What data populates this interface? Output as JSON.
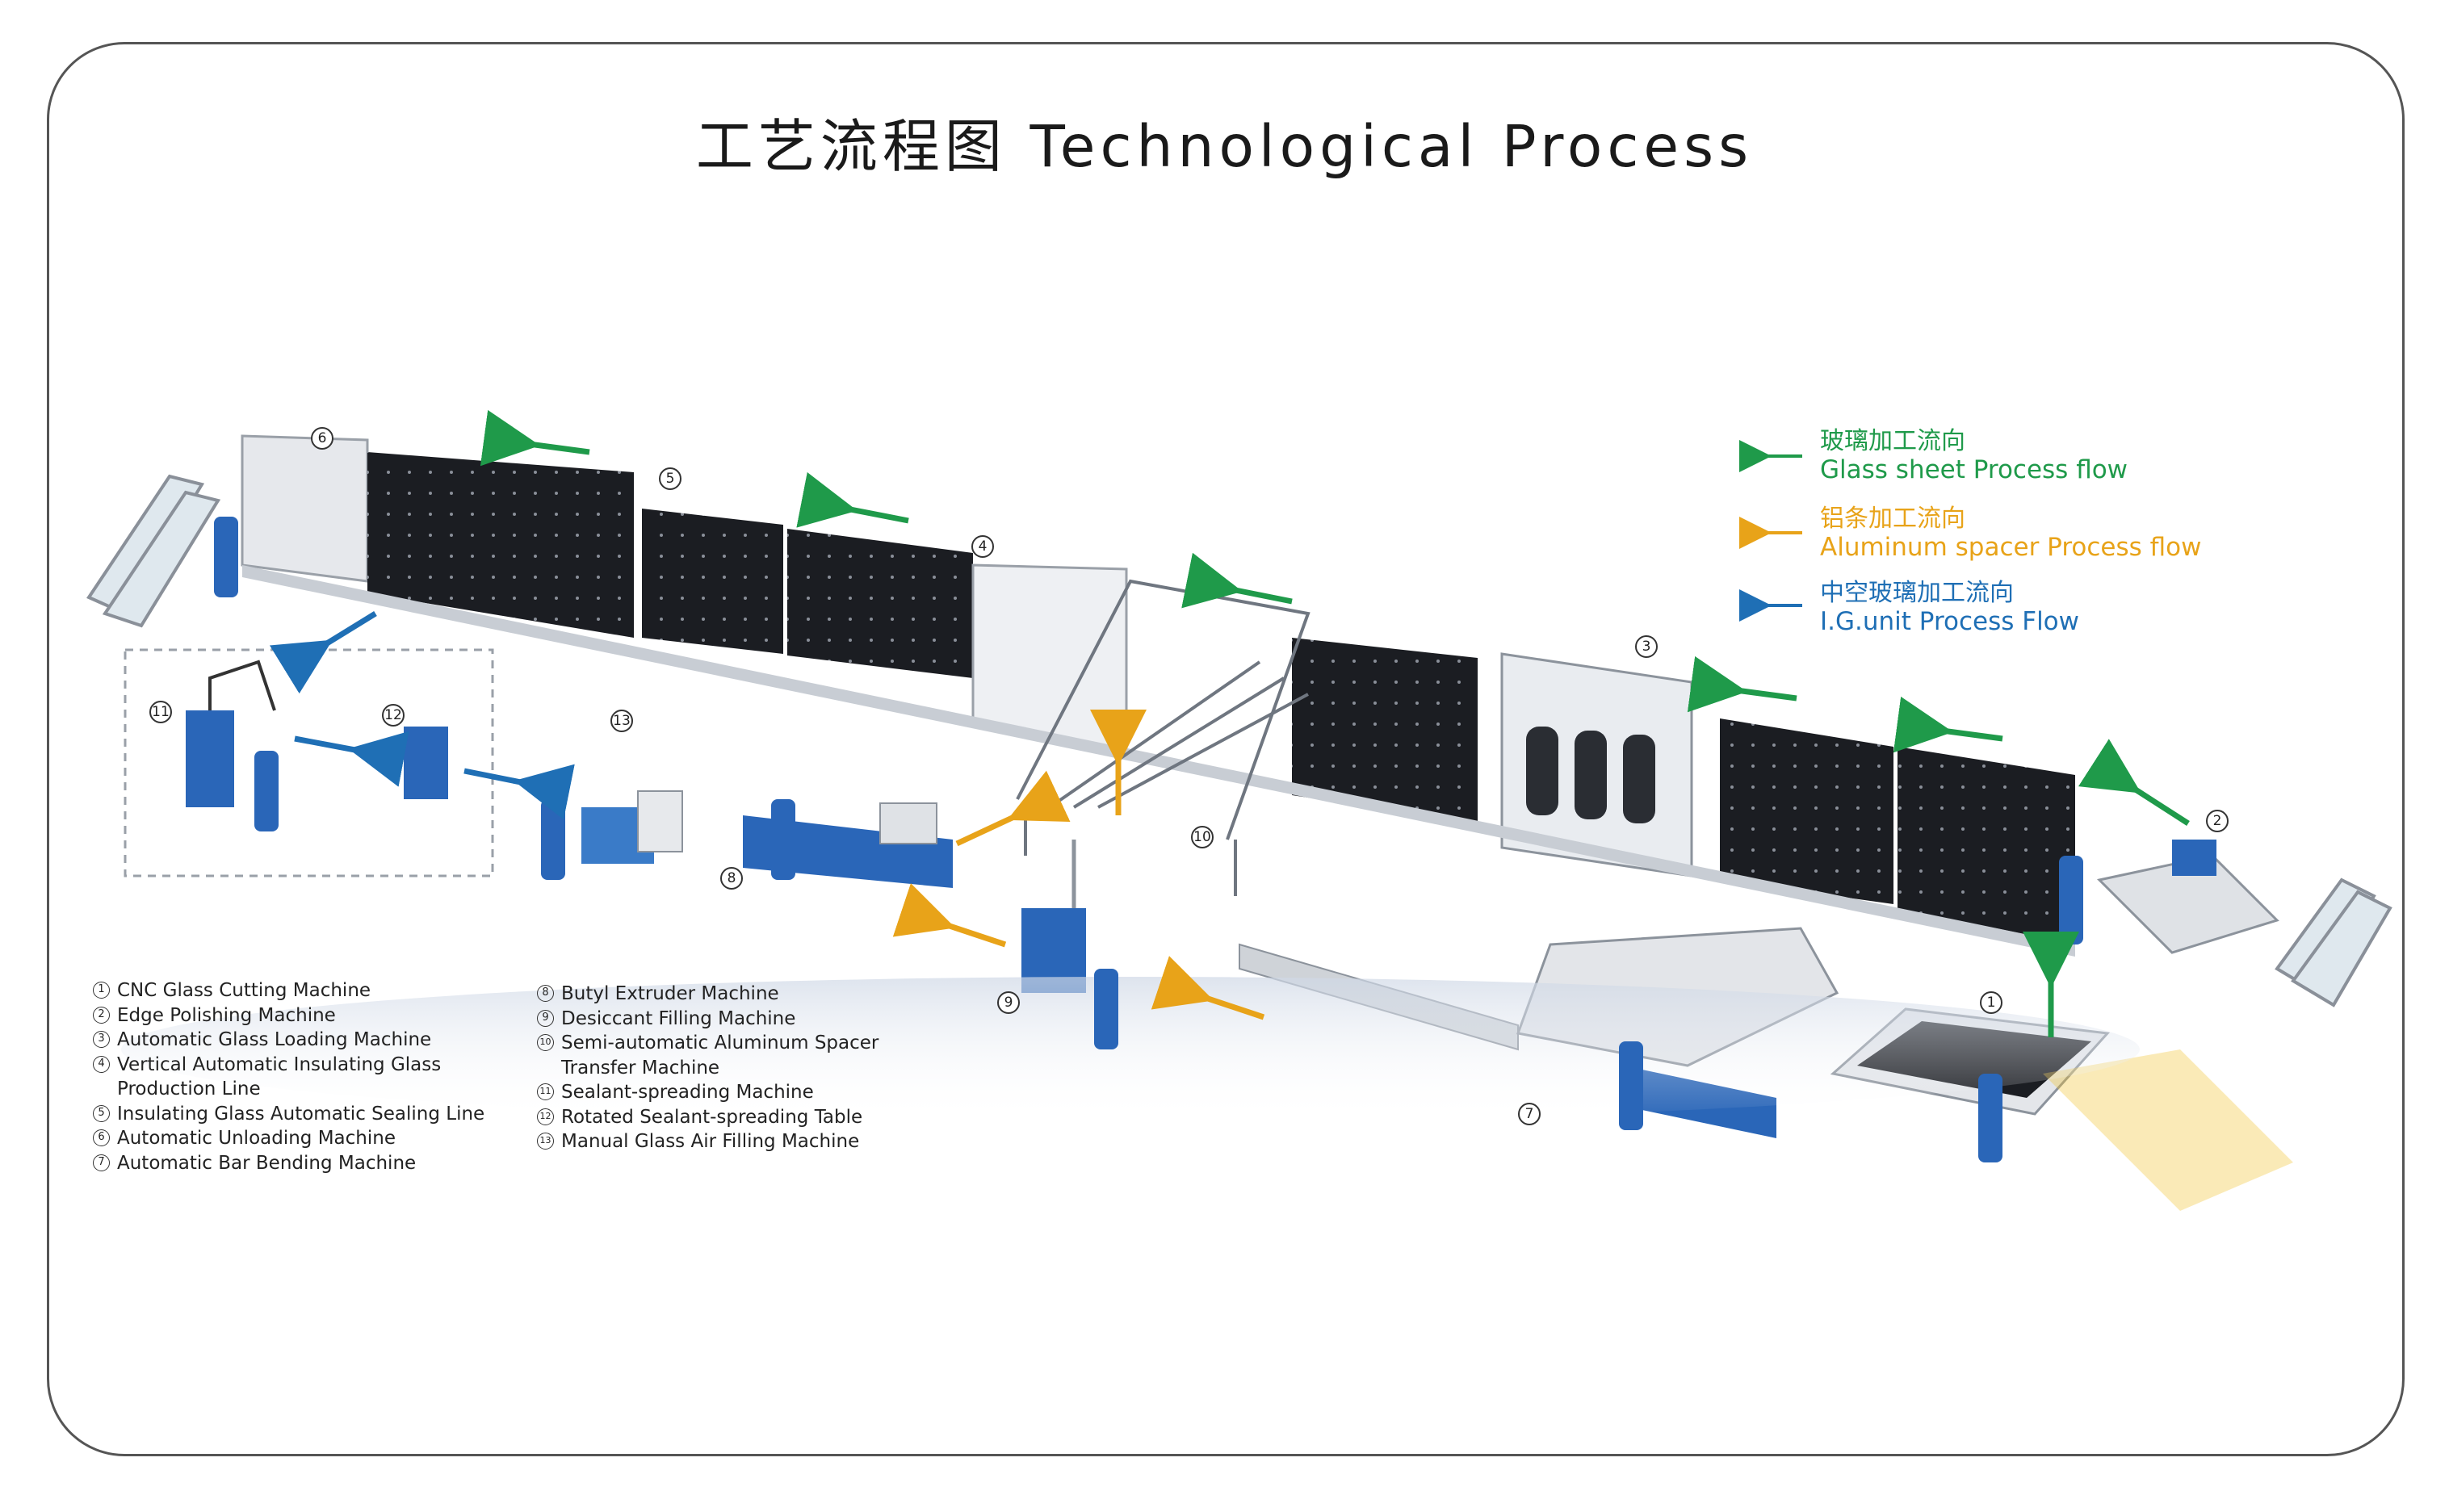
{
  "title": "工艺流程图 Technological Process",
  "legend": [
    {
      "zh": "玻璃加工流向",
      "en": "Glass sheet Process flow",
      "color": "#1f9a4a"
    },
    {
      "zh": "铝条加工流向",
      "en": "Aluminum spacer Process flow",
      "color": "#e8a319"
    },
    {
      "zh": "中空玻璃加工流向",
      "en": "I.G.unit  Process Flow",
      "color": "#1f6fb5"
    }
  ],
  "machines_left": [
    {
      "num": "1",
      "label": "CNC Glass Cutting Machine"
    },
    {
      "num": "2",
      "label": "Edge Polishing Machine"
    },
    {
      "num": "3",
      "label": "Automatic Glass Loading Machine"
    },
    {
      "num": "4",
      "label": "Vertical Automatic Insulating Glass",
      "cont": "Production Line"
    },
    {
      "num": "5",
      "label": "Insulating Glass Automatic Sealing Line"
    },
    {
      "num": "6",
      "label": "Automatic Unloading Machine"
    },
    {
      "num": "7",
      "label": "Automatic Bar Bending Machine"
    }
  ],
  "machines_right": [
    {
      "num": "8",
      "label": "Butyl Extruder Machine"
    },
    {
      "num": "9",
      "label": "Desiccant Filling Machine"
    },
    {
      "num": "10",
      "label": "Semi-automatic Aluminum Spacer",
      "cont": "Transfer Machine"
    },
    {
      "num": "11",
      "label": "Sealant-spreading Machine"
    },
    {
      "num": "12",
      "label": "Rotated Sealant-spreading Table"
    },
    {
      "num": "13",
      "label": "Manual Glass Air Filling Machine"
    }
  ],
  "diagram_badges": [
    "1",
    "2",
    "3",
    "4",
    "5",
    "6",
    "7",
    "8",
    "9",
    "10",
    "11",
    "12",
    "13"
  ],
  "colors": {
    "glass_flow": "#1f9a4a",
    "spacer_flow": "#e8a319",
    "ig_flow": "#1f6fb5",
    "panel": "#1b1d22",
    "machine_blue": "#2a66b8",
    "frame": "#555555"
  }
}
